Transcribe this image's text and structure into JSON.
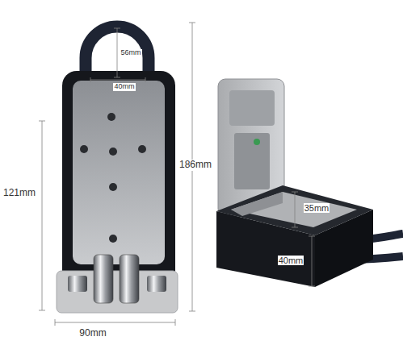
{
  "diagram": {
    "labels": [
      "56mm",
      "40mm",
      "121mm",
      "186mm",
      "90mm",
      "35mm",
      "40mm"
    ]
  }
}
